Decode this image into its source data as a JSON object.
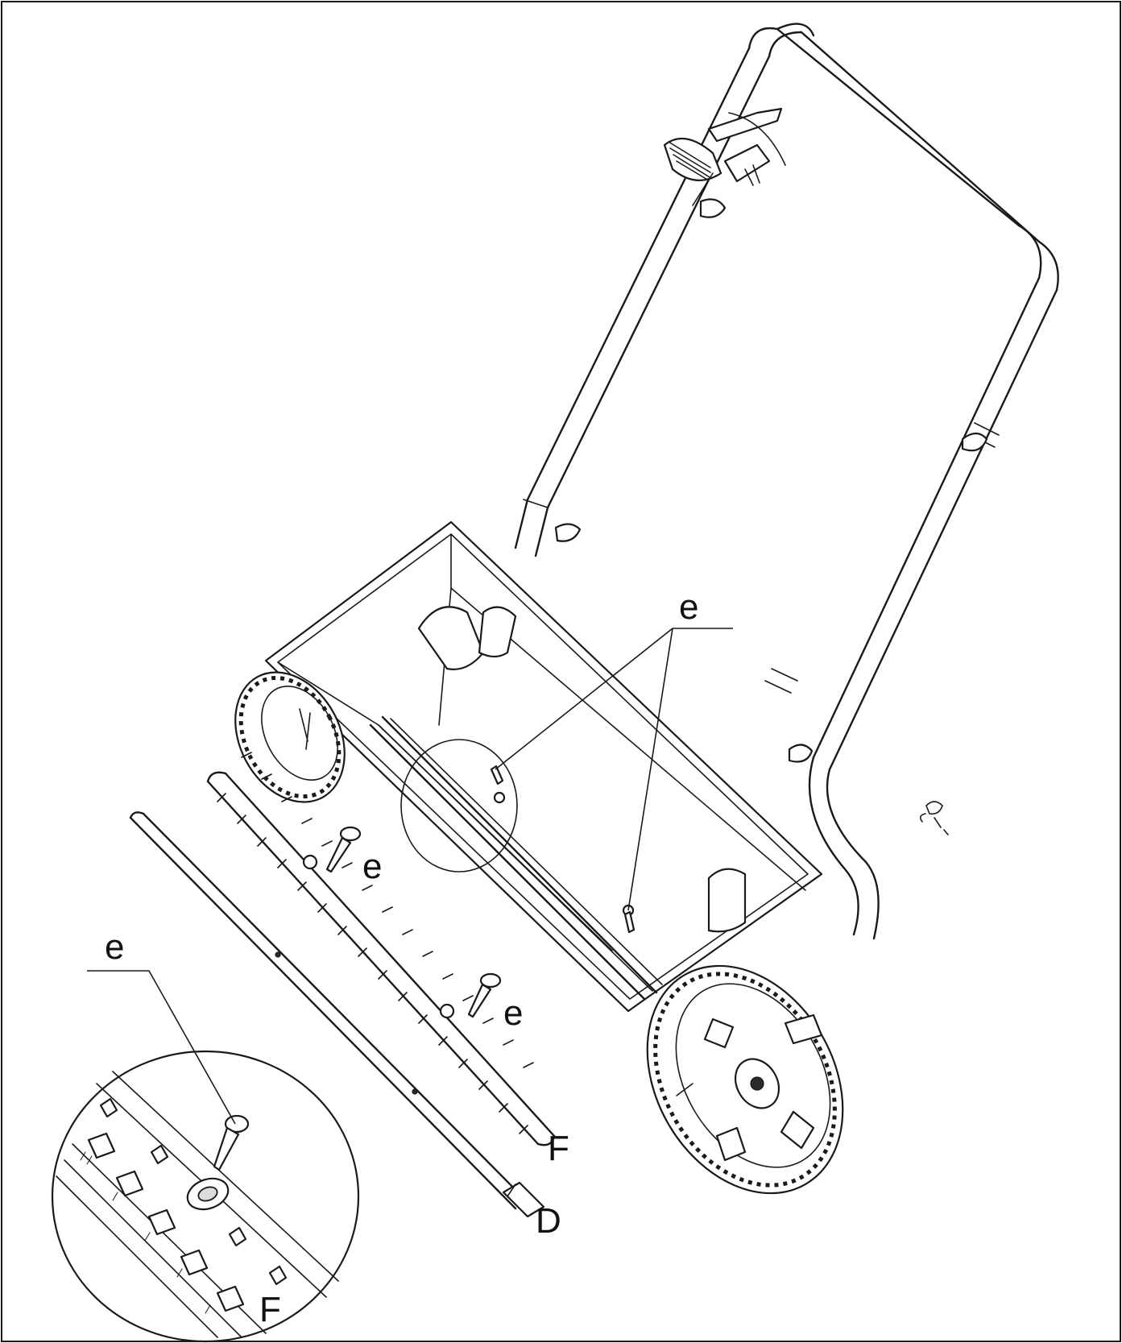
{
  "labels": {
    "e_top": "e",
    "e_mid": "e",
    "e_lower": "e",
    "e_left": "e",
    "D": "D",
    "F_rotor": "F",
    "F_detail": "F"
  }
}
